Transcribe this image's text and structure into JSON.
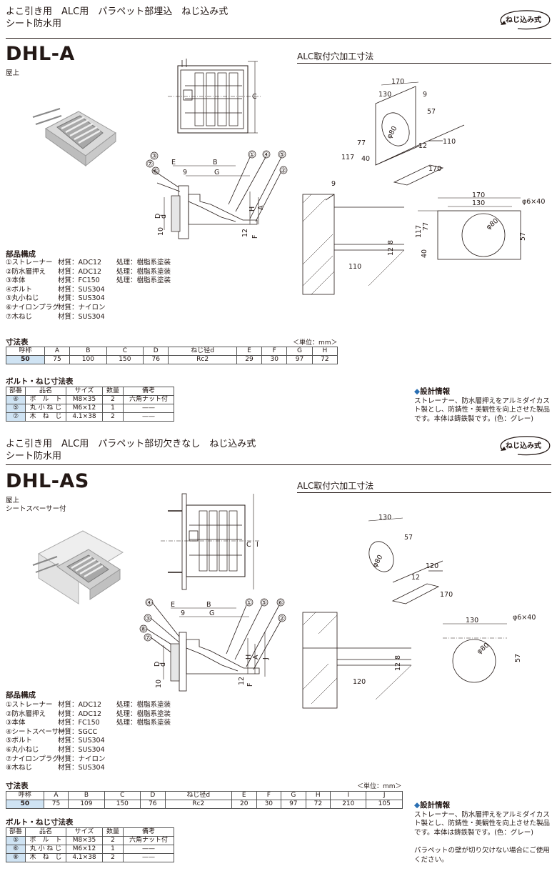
{
  "badge_label": "ねじ込み式",
  "products": [
    {
      "header_line1": "よこ引き用　ALC用　パラペット部埋込　ねじ込み式",
      "header_line2": "シート防水用",
      "model": "DHL-A",
      "sub1": "屋上",
      "sub2": "",
      "alc_title": "ALC取付穴加工寸法",
      "parts_title": "部品構成",
      "parts": [
        {
          "name": "①ストレーナー",
          "material": "材質：ADC12",
          "finish": "処理：樹脂系塗装"
        },
        {
          "name": "②防水層押え",
          "material": "材質：ADC12",
          "finish": "処理：樹脂系塗装"
        },
        {
          "name": "③本体",
          "material": "材質：FC150",
          "finish": "処理：樹脂系塗装"
        },
        {
          "name": "④ボルト",
          "material": "材質：SUS304",
          "finish": ""
        },
        {
          "name": "⑤丸小ねじ",
          "material": "材質：SUS304",
          "finish": ""
        },
        {
          "name": "⑥ナイロンプラグ",
          "material": "材質：ナイロン",
          "finish": ""
        },
        {
          "name": "⑦木ねじ",
          "material": "材質：SUS304",
          "finish": ""
        }
      ],
      "dim_title": "寸法表",
      "unit": "＜単位：mm＞",
      "dim_headers": [
        "呼称",
        "A",
        "B",
        "C",
        "D",
        "ねじ径d",
        "E",
        "F",
        "G",
        "H"
      ],
      "dim_values": [
        "50",
        "75",
        "100",
        "150",
        "76",
        "Rc2",
        "29",
        "30",
        "97",
        "72"
      ],
      "bolt_title": "ボルト・ねじ寸法表",
      "bolt_headers": [
        "部番",
        "品名",
        "サイズ",
        "数量",
        "備考"
      ],
      "bolt_rows": [
        [
          "④",
          "ボ　ル　ト",
          "M8×35",
          "2",
          "六角ナット付"
        ],
        [
          "⑤",
          "丸 小 ね じ",
          "M6×12",
          "1",
          "——"
        ],
        [
          "⑦",
          "木　ね　じ",
          "4.1×38",
          "2",
          "——"
        ]
      ],
      "info_title": "設計情報",
      "info_text": "ストレーナー、防水層押えをアルミダイカスト製とし、防錆性・美観性を向上させた製品です。本体は鋳鉄製です。(色：グレー)",
      "extra_note": "",
      "drawing_labels": {
        "front_C": "C",
        "callouts_top": [
          "③",
          "⑦",
          "⑥",
          "①",
          "④",
          "⑤",
          "②"
        ],
        "E": "E",
        "B": "B",
        "nine": "9",
        "G": "G",
        "H": "H",
        "A": "A",
        "F": "F",
        "D": "D",
        "d": "d",
        "ten": "10",
        "twelve": "12",
        "alc_170": "170",
        "alc_130": "130",
        "alc_9": "9",
        "alc_57": "57",
        "alc_77": "77",
        "alc_117": "117",
        "alc_40": "40",
        "alc_phi80": "φ80",
        "alc_110": "110",
        "alc_12": "12",
        "alc_170b": "170",
        "sec_9": "9",
        "sec_8": "8",
        "sec_12": "12",
        "sec_110": "110",
        "plan_170": "170",
        "plan_130": "130",
        "plan_phi6x40": "φ6×40",
        "plan_117": "117",
        "plan_77": "77",
        "plan_40": "40",
        "plan_57": "57",
        "plan_phi80": "φ80"
      }
    },
    {
      "header_line1": "よこ引き用　ALC用　パラペット部切欠きなし　ねじ込み式",
      "header_line2": "シート防水用",
      "model": "DHL-AS",
      "sub1": "屋上",
      "sub2": "シートスペーサー付",
      "alc_title": "ALC取付穴加工寸法",
      "parts_title": "部品構成",
      "parts": [
        {
          "name": "①ストレーナー",
          "material": "材質：ADC12",
          "finish": "処理：樹脂系塗装"
        },
        {
          "name": "②防水層押え",
          "material": "材質：ADC12",
          "finish": "処理：樹脂系塗装"
        },
        {
          "name": "③本体",
          "material": "材質：FC150",
          "finish": "処理：樹脂系塗装"
        },
        {
          "name": "④シートスペーサー",
          "material": "材質：SGCC",
          "finish": ""
        },
        {
          "name": "⑤ボルト",
          "material": "材質：SUS304",
          "finish": ""
        },
        {
          "name": "⑥丸小ねじ",
          "material": "材質：SUS304",
          "finish": ""
        },
        {
          "name": "⑦ナイロンプラグ",
          "material": "材質：ナイロン",
          "finish": ""
        },
        {
          "name": "⑧木ねじ",
          "material": "材質：SUS304",
          "finish": ""
        }
      ],
      "dim_title": "寸法表",
      "unit": "＜単位：mm＞",
      "dim_headers": [
        "呼称",
        "A",
        "B",
        "C",
        "D",
        "ねじ径d",
        "E",
        "F",
        "G",
        "H",
        "I",
        "J"
      ],
      "dim_values": [
        "50",
        "75",
        "109",
        "150",
        "76",
        "Rc2",
        "20",
        "30",
        "97",
        "72",
        "210",
        "105"
      ],
      "bolt_title": "ボルト・ねじ寸法表",
      "bolt_headers": [
        "部番",
        "品名",
        "サイズ",
        "数量",
        "備考"
      ],
      "bolt_rows": [
        [
          "⑤",
          "ボ　ル　ト",
          "M8×35",
          "2",
          "六角ナット付"
        ],
        [
          "⑥",
          "丸 小 ね じ",
          "M6×12",
          "1",
          "——"
        ],
        [
          "⑧",
          "木　ね　じ",
          "4.1×38",
          "2",
          "——"
        ]
      ],
      "info_title": "設計情報",
      "info_text": "ストレーナー、防水層押えをアルミダイカスト製とし、防錆性・美観性を向上させた製品です。本体は鋳鉄製です。(色：グレー)",
      "extra_note": "パラペットの壁が切り欠けない場合にご使用ください。",
      "drawing_labels": {
        "front_C": "C",
        "front_I": "I",
        "callouts_top": [
          "④",
          "③",
          "⑧",
          "⑦",
          "①",
          "⑤",
          "⑥",
          "②"
        ],
        "E": "E",
        "B": "B",
        "nine": "9",
        "G": "G",
        "H": "H",
        "A": "A",
        "J": "J",
        "F": "F",
        "D": "D",
        "d": "d",
        "ten": "10",
        "twelve": "12",
        "alc_130": "130",
        "alc_57": "57",
        "alc_phi80": "φ80",
        "alc_120": "120",
        "alc_12": "12",
        "alc_170": "170",
        "sec_8": "8",
        "sec_12": "12",
        "sec_120": "120",
        "plan_130": "130",
        "plan_phi6x40": "φ6×40",
        "plan_57": "57",
        "plan_phi80": "φ80"
      }
    }
  ]
}
